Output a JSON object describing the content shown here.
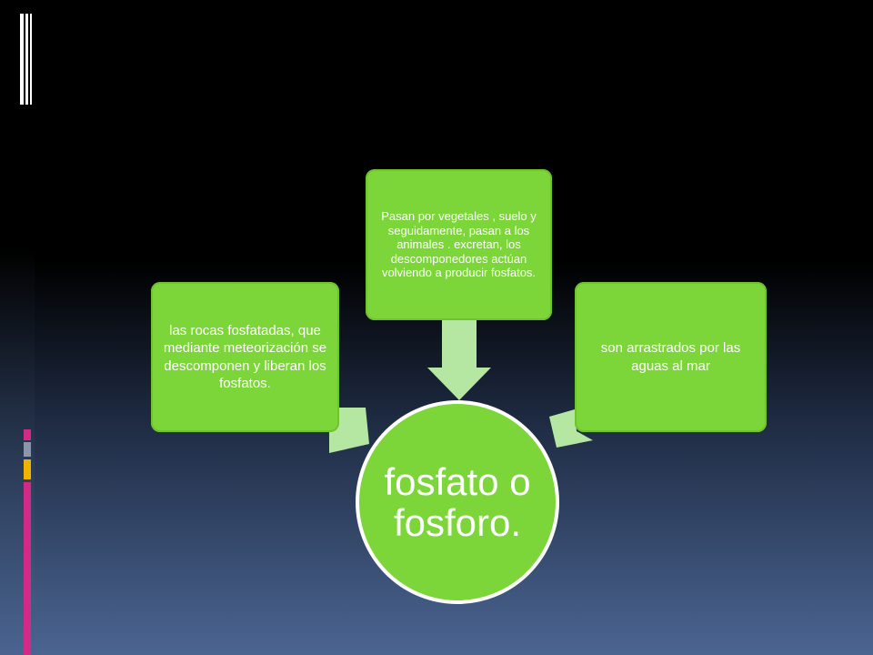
{
  "diagram": {
    "center": {
      "label": "fosfato o fosforo."
    },
    "nodes": [
      {
        "id": "left",
        "label": "las rocas fosfatadas, que mediante meteorización se descomponen y liberan los fosfatos."
      },
      {
        "id": "top",
        "label": "Pasan por vegetales , suelo y seguidamente, pasan a los animales . excretan, los descomponedores actúan volviendo a producir fosfatos."
      },
      {
        "id": "right",
        "label": "son arrastrados por las aguas al mar"
      }
    ]
  },
  "colors": {
    "node_fill": "#7cd63a",
    "arrow_fill": "#b5e6a2",
    "text": "#ffffff",
    "background_top": "#000000",
    "background_bottom": "#4b6592"
  }
}
